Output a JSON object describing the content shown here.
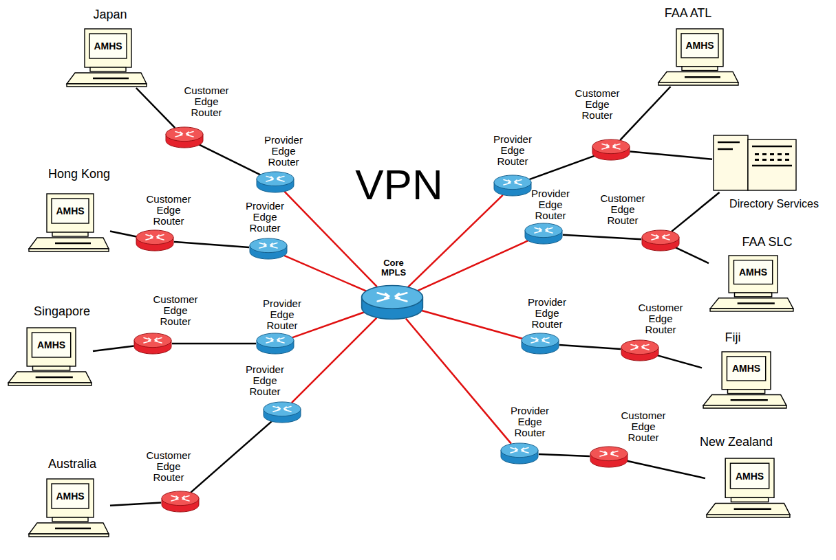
{
  "diagram": {
    "nodes": [
      {
        "text": [
          "VPN"
        ]
      },
      {
        "text": [
          "Japan",
          "AMHS"
        ]
      },
      {
        "text": [
          "Customer Edge Router"
        ]
      },
      {
        "text": [
          "Provider Edge Router"
        ],
        "in": 0
      },
      {
        "text": [
          "Hong Kong",
          "AMHS"
        ]
      },
      {
        "text": [
          "Customer Edge Router"
        ]
      },
      {
        "text": [
          "Provider Edge Router"
        ],
        "in": 0
      },
      {
        "text": [
          "Singapore",
          "AMHS"
        ]
      },
      {
        "text": [
          "Customer Edge Router"
        ]
      },
      {
        "text": [
          "Provider Edge Router"
        ],
        "in": 0
      },
      {
        "text": [
          "Australia",
          "AMHS"
        ]
      },
      {
        "text": [
          "Customer Edge Router"
        ]
      },
      {
        "text": [
          "Provider Edge Router"
        ],
        "in": 0
      },
      {
        "text": [
          "Core MPLS"
        ],
        "in": 0
      },
      {
        "text": [
          "FAA ATL",
          "AMHS"
        ]
      },
      {
        "text": [
          "Customer Edge Router"
        ]
      },
      {
        "text": [
          "Provider Edge Router"
        ],
        "in": 0
      },
      {
        "text": [
          "Directory Services"
        ]
      },
      {
        "text": [
          "Customer Edge Router"
        ]
      },
      {
        "text": [
          "Provider Edge Router"
        ],
        "in": 0
      },
      {
        "text": [
          "FAA SLC",
          "AMHS"
        ]
      },
      {
        "text": [
          "Customer Edge Router"
        ]
      },
      {
        "text": [
          "Provider Edge Router"
        ],
        "in": 0
      },
      {
        "text": [
          "Fiji",
          "AMHS"
        ]
      },
      {
        "text": [
          "Customer Edge Router"
        ]
      },
      {
        "text": [
          "Provider Edge Router"
        ],
        "in": 0
      },
      {
        "text": [
          "New Zealand",
          "AMHS"
        ]
      }
    ],
    "edges": [
      {
        "from": 1,
        "to": 2,
        "arrow": "none"
      },
      {
        "from": 2,
        "to": 3,
        "arrow": "none"
      },
      {
        "from": 3,
        "to": 13,
        "arrow": "none"
      },
      {
        "from": 4,
        "to": 5,
        "arrow": "none"
      },
      {
        "from": 5,
        "to": 6,
        "arrow": "none"
      },
      {
        "from": 6,
        "to": 13,
        "arrow": "none"
      },
      {
        "from": 7,
        "to": 8,
        "arrow": "none"
      },
      {
        "from": 8,
        "to": 9,
        "arrow": "none"
      },
      {
        "from": 9,
        "to": 13,
        "arrow": "none"
      },
      {
        "from": 10,
        "to": 11,
        "arrow": "none"
      },
      {
        "from": 11,
        "to": 12,
        "arrow": "none"
      },
      {
        "from": 12,
        "to": 13,
        "arrow": "none"
      },
      {
        "from": 14,
        "to": 15,
        "arrow": "none"
      },
      {
        "from": 15,
        "to": 16,
        "arrow": "none"
      },
      {
        "from": 16,
        "to": 13,
        "arrow": "none"
      },
      {
        "from": 15,
        "to": 17,
        "arrow": "none"
      },
      {
        "from": 18,
        "to": 17,
        "arrow": "none"
      },
      {
        "from": 18,
        "to": 19,
        "arrow": "none"
      },
      {
        "from": 19,
        "to": 13,
        "arrow": "none"
      },
      {
        "from": 18,
        "to": 20,
        "arrow": "none"
      },
      {
        "from": 21,
        "to": 22,
        "arrow": "none"
      },
      {
        "from": 22,
        "to": 13,
        "arrow": "none"
      },
      {
        "from": 21,
        "to": 23,
        "arrow": "none"
      },
      {
        "from": 24,
        "to": 25,
        "arrow": "none"
      },
      {
        "from": 25,
        "to": 13,
        "arrow": "none"
      },
      {
        "from": 24,
        "to": 26,
        "arrow": "none"
      }
    ]
  }
}
